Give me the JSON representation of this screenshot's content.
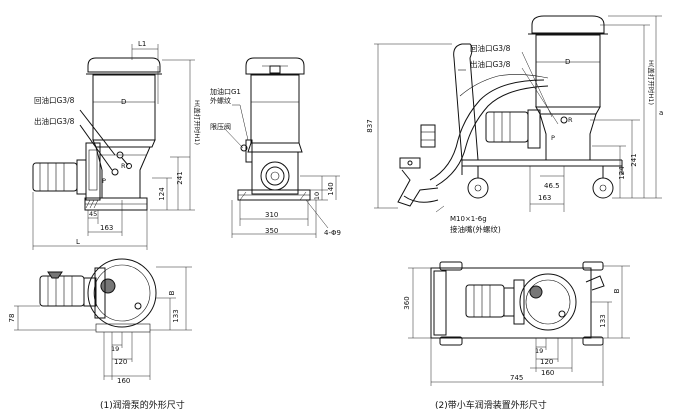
{
  "labels": {
    "return_port_left": "回油口G3/8",
    "outlet_port_left": "出油口G3/8",
    "return_port_right": "回油口G3/8",
    "outlet_port_right": "出油口G3/8",
    "fill_port": "加油口G1",
    "fill_port_thread": "外螺纹",
    "relief_valve": "限压阀",
    "h_lid": "H(盖打开时H1)",
    "h_lid_right": "H(盖打开时H1)",
    "connector_thread": "M10×1-6g",
    "filler_nozzle": "接油嘴(外螺纹)",
    "mark_d1": "D",
    "mark_d2": "D",
    "mark_p1": "P",
    "mark_r1": "R",
    "mark_p2": "P",
    "mark_r2": "R",
    "mark_b1": "B",
    "mark_b2": "B",
    "mark_a": "a"
  },
  "dimensions": {
    "l1": "L1",
    "l": "L",
    "d163_a": "163",
    "d45": "45",
    "d241_a": "241",
    "d124_a": "124",
    "d310": "310",
    "d350": "350",
    "d140": "140",
    "d10": "10",
    "holes": "4-Φ9",
    "d837": "837",
    "d241_b": "241",
    "d124_b": "124",
    "d46_5": "46.5",
    "d163_b": "163",
    "d78": "78",
    "d133_a": "133",
    "d19_a": "19",
    "d120_a": "120",
    "d160_a": "160",
    "d360": "360",
    "d133_b": "133",
    "d19_b": "19",
    "d120_b": "120",
    "d160_b": "160",
    "d745": "745"
  },
  "captions": {
    "left": "(1)润滑泵的外形尺寸",
    "right": "(2)带小车润滑装置外形尺寸"
  }
}
